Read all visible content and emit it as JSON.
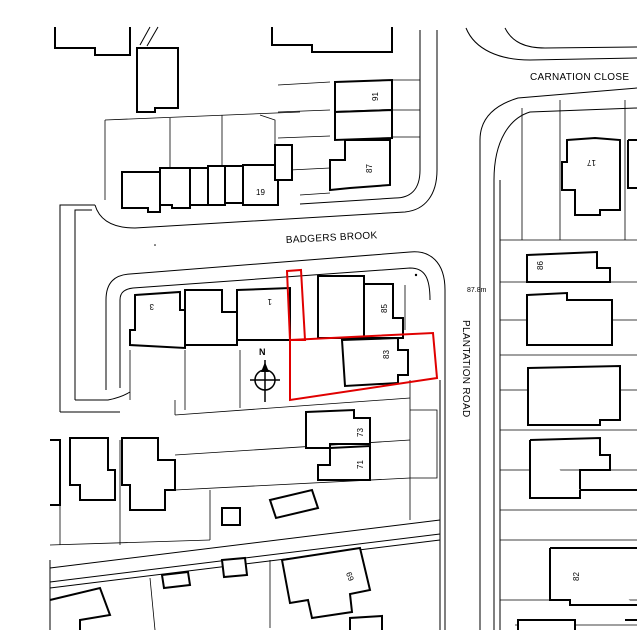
{
  "streets": {
    "carnation_close": "CARNATION CLOSE",
    "badgers_brook": "BADGERS BROOK",
    "plantation_road": "PLANTATION ROAD"
  },
  "spot_height": "87.8m",
  "north_label": "N",
  "house_numbers": {
    "n91": "91",
    "n87": "87",
    "n19": "19",
    "n3": "3",
    "n1": "1",
    "n85": "85",
    "n83": "83",
    "n73": "73",
    "n71": "71",
    "n69": "69",
    "n17": "17",
    "n86": "86",
    "n82": "82"
  },
  "colors": {
    "ink": "#000000",
    "site_boundary": "#e00000",
    "background": "#ffffff"
  }
}
